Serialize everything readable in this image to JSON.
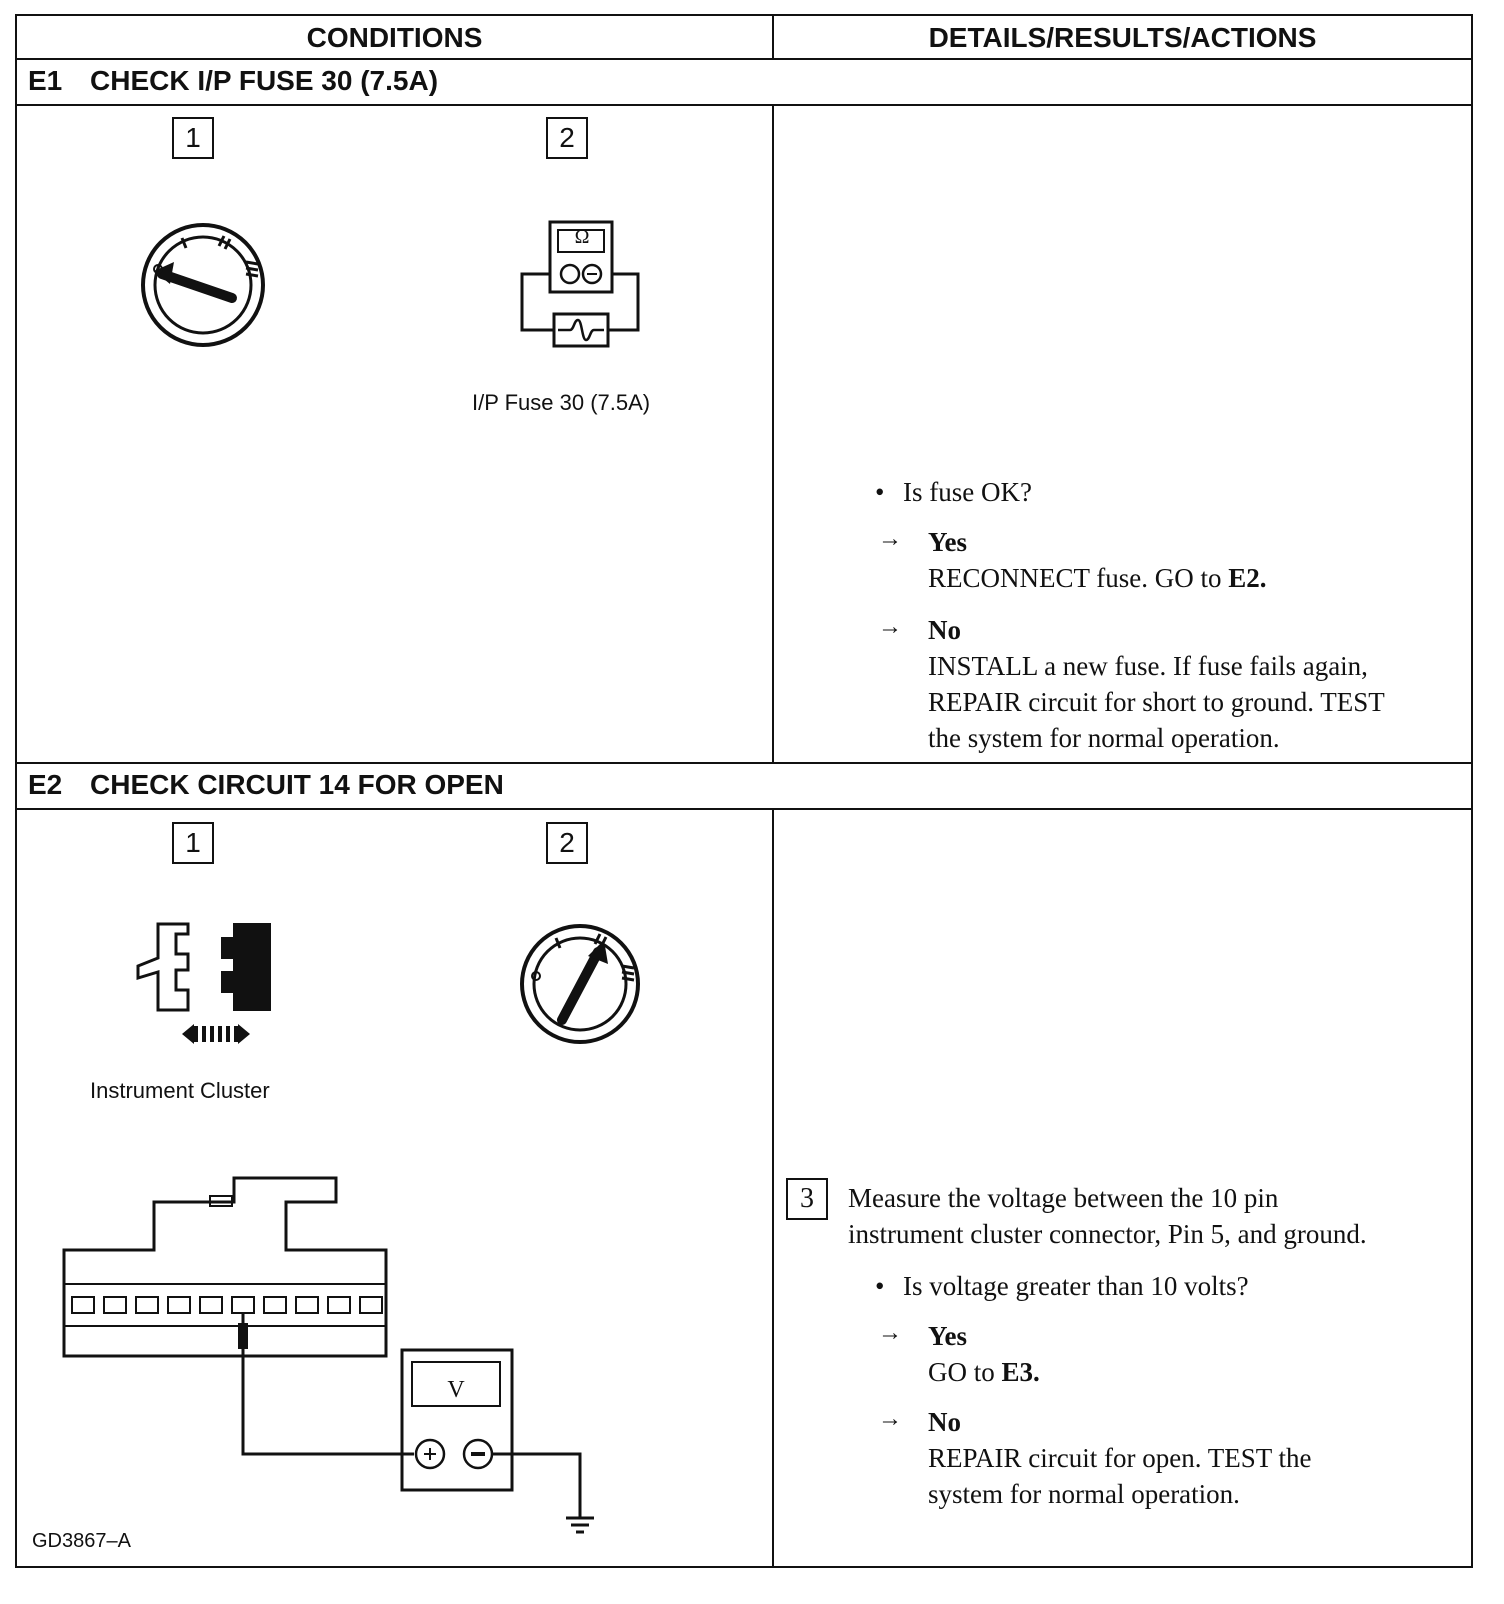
{
  "headers": {
    "conditions": "CONDITIONS",
    "details": "DETAILS/RESULTS/ACTIONS"
  },
  "e1": {
    "code": "E1",
    "title": "CHECK I/P FUSE 30 (7.5A)",
    "step1": "1",
    "step2": "2",
    "fuse_caption": "I/P Fuse 30 (7.5A)",
    "meter_symbol": "Ω",
    "question": "Is fuse OK?",
    "yes_label": "Yes",
    "yes_text": "RECONNECT fuse. GO to",
    "yes_goto": "E2.",
    "no_label": "No",
    "no_text_1": "INSTALL a new fuse. If fuse fails again,",
    "no_text_2": "REPAIR circuit for short to ground. TEST",
    "no_text_3": "the system for normal operation."
  },
  "e2": {
    "code": "E2",
    "title": "CHECK CIRCUIT 14 FOR OPEN",
    "step1": "1",
    "step2": "2",
    "cluster_caption": "Instrument Cluster",
    "meter_symbol": "V",
    "step3": "3",
    "measure_1": "Measure the voltage between the 10 pin",
    "measure_2": "instrument cluster connector, Pin 5, and ground.",
    "question": "Is voltage greater than 10 volts?",
    "yes_label": "Yes",
    "yes_text": "GO to",
    "yes_goto": "E3.",
    "no_label": "No",
    "no_text_1": "REPAIR circuit for open. TEST the",
    "no_text_2": "system for normal operation."
  },
  "figure_code": "GD3867–A",
  "icons": [
    "ignition-switch-icon",
    "ohmmeter-icon",
    "fuse-icon",
    "connector-disconnect-icon",
    "voltmeter-icon",
    "ground-icon"
  ]
}
